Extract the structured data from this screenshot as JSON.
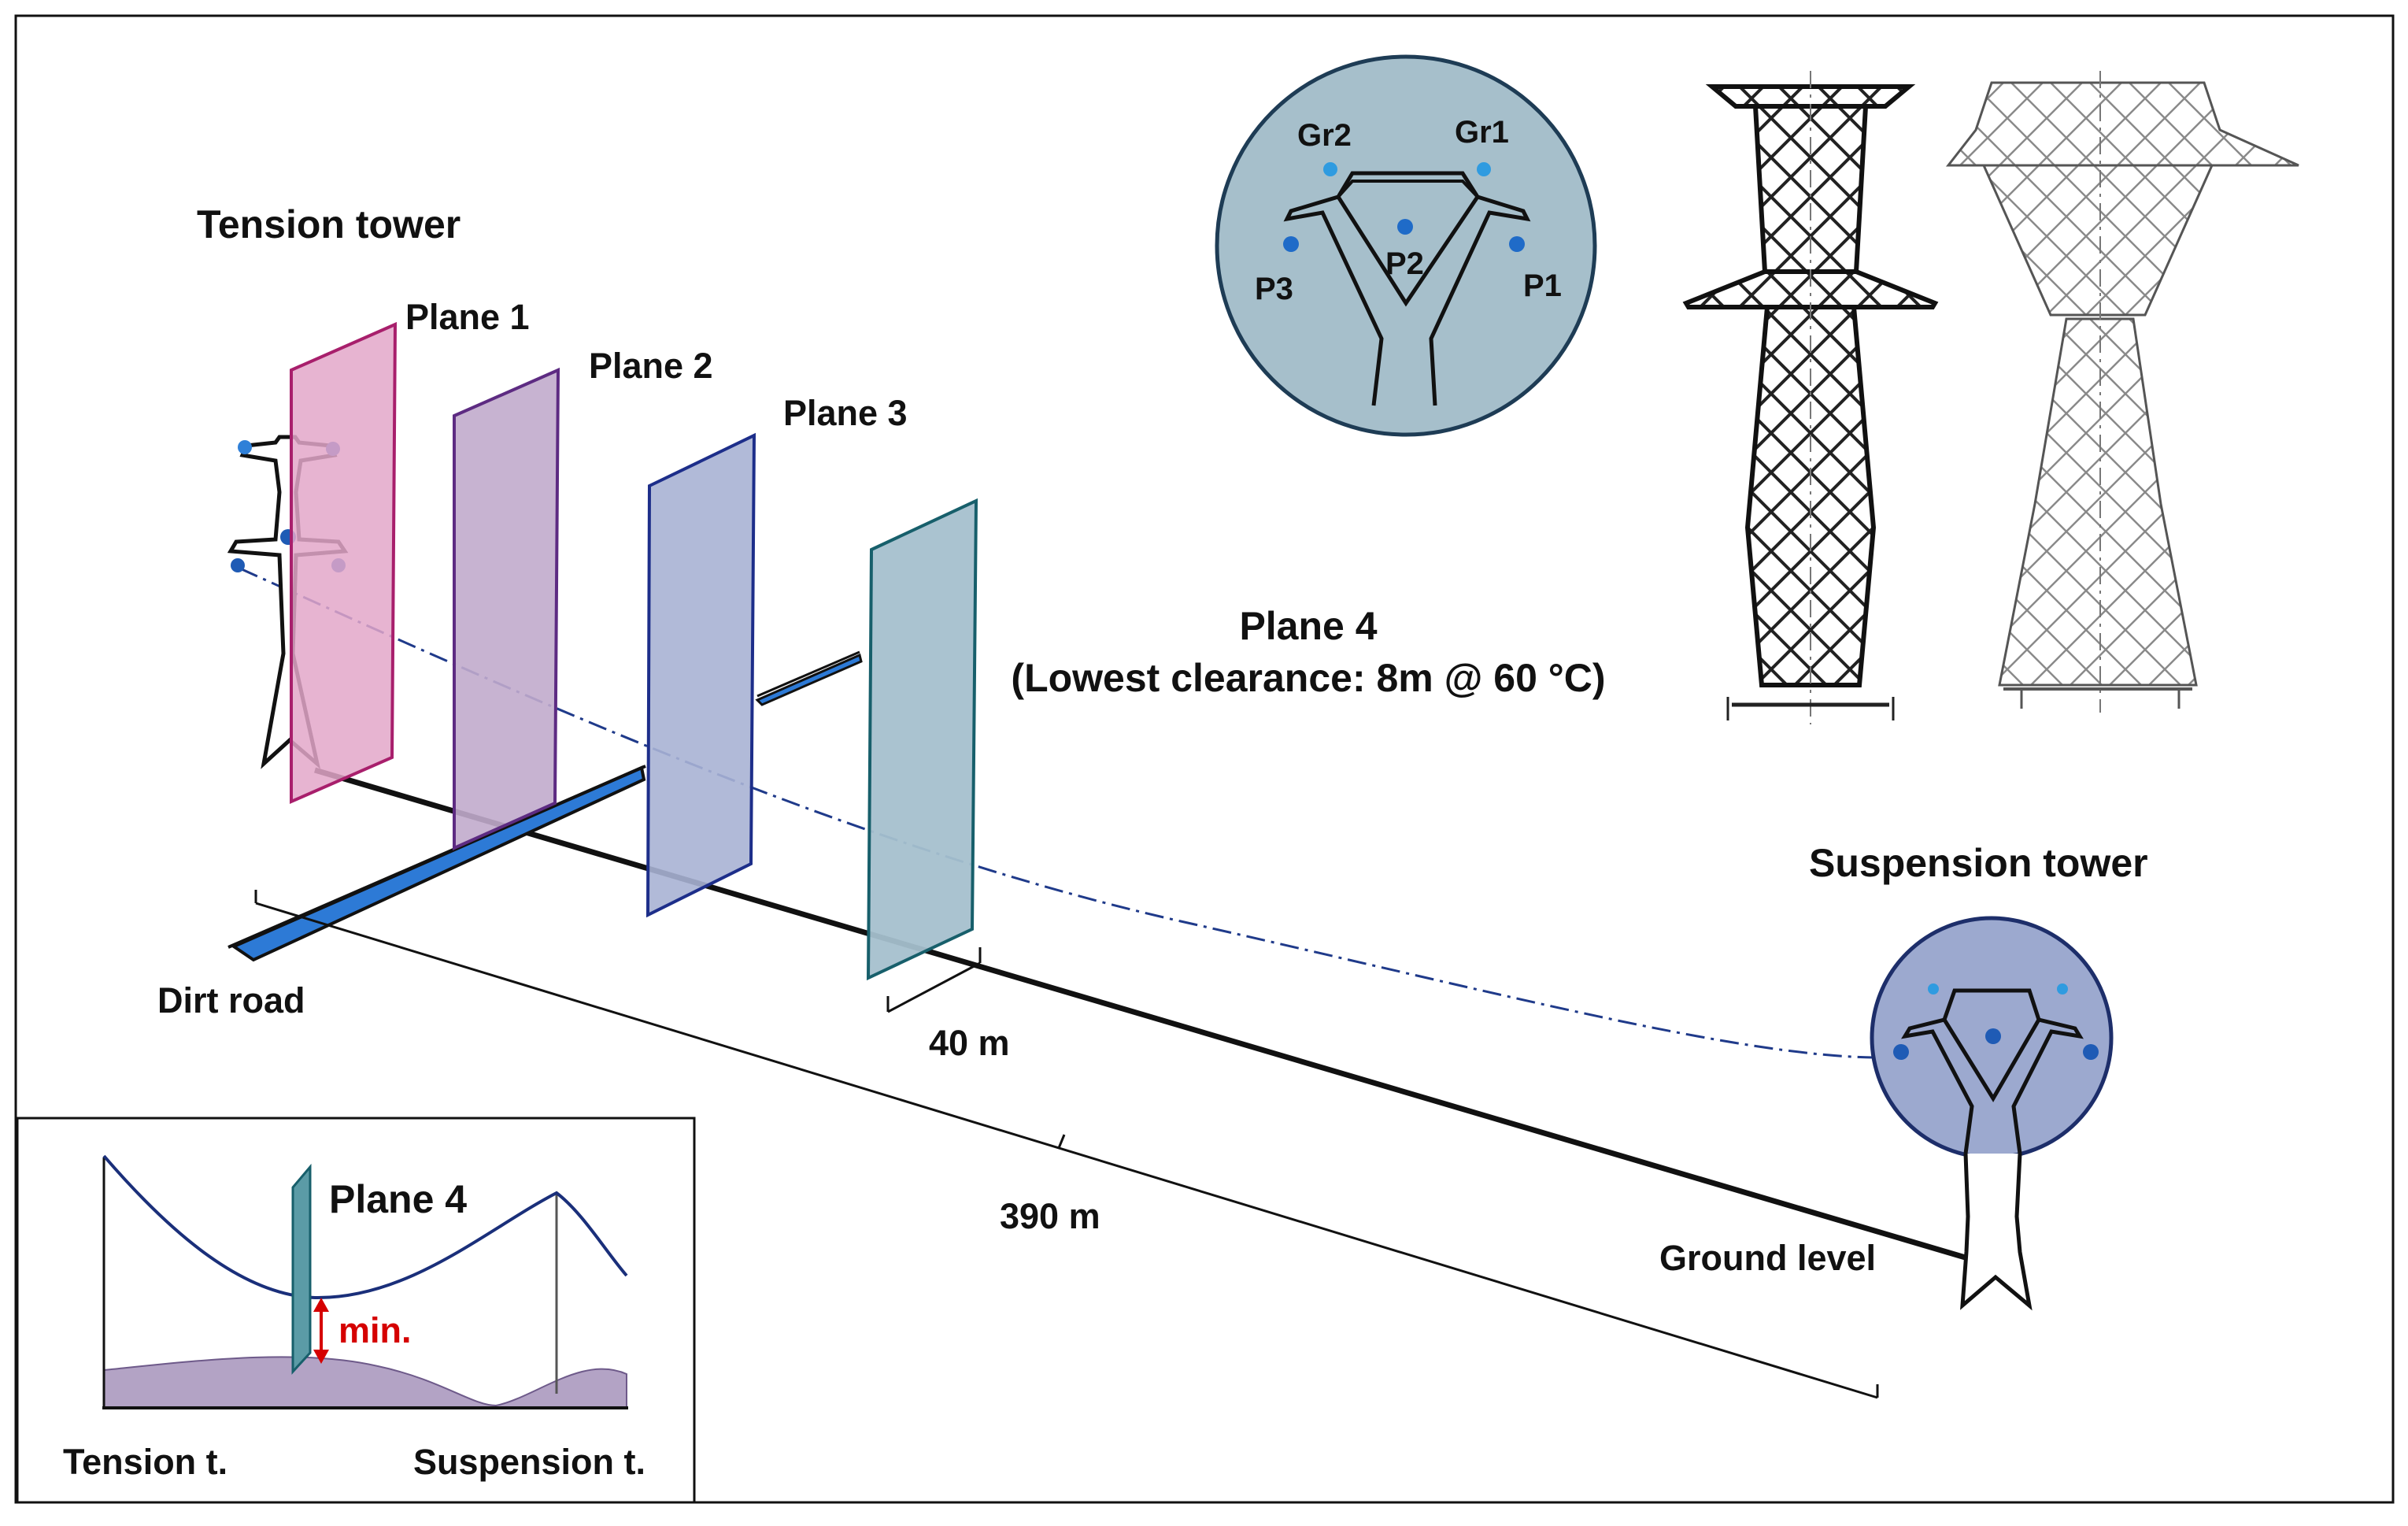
{
  "title": "Tension tower",
  "planes": [
    "Plane 1",
    "Plane 2",
    "Plane 3"
  ],
  "plane4": {
    "label": "Plane 4",
    "note": "(Lowest clearance: 8m @ 60 °C)"
  },
  "suspension_title": "Suspension tower",
  "ground_label": "Ground level",
  "road_label": "Dirt road",
  "dimensions": {
    "short": "40 m",
    "long": "390 m"
  },
  "phases": {
    "gr1": "Gr1",
    "gr2": "Gr2",
    "p1": "P1",
    "p2": "P2",
    "p3": "P3"
  },
  "inset": {
    "plane_label": "Plane 4",
    "min_label": "min.",
    "left_label": "Tension t.",
    "right_label": "Suspension t."
  },
  "colors": {
    "plane1": "#e3a7c9",
    "plane2": "#c1abcc",
    "plane3": "#a8b3d4",
    "plane4": "#a5c0cd",
    "circle_top": "#a6bfcb",
    "circle_susp": "#9ca9cf",
    "conductor": "#1f3a8a",
    "min_arrow": "#d50000",
    "terrain": "#b3a3c5"
  }
}
